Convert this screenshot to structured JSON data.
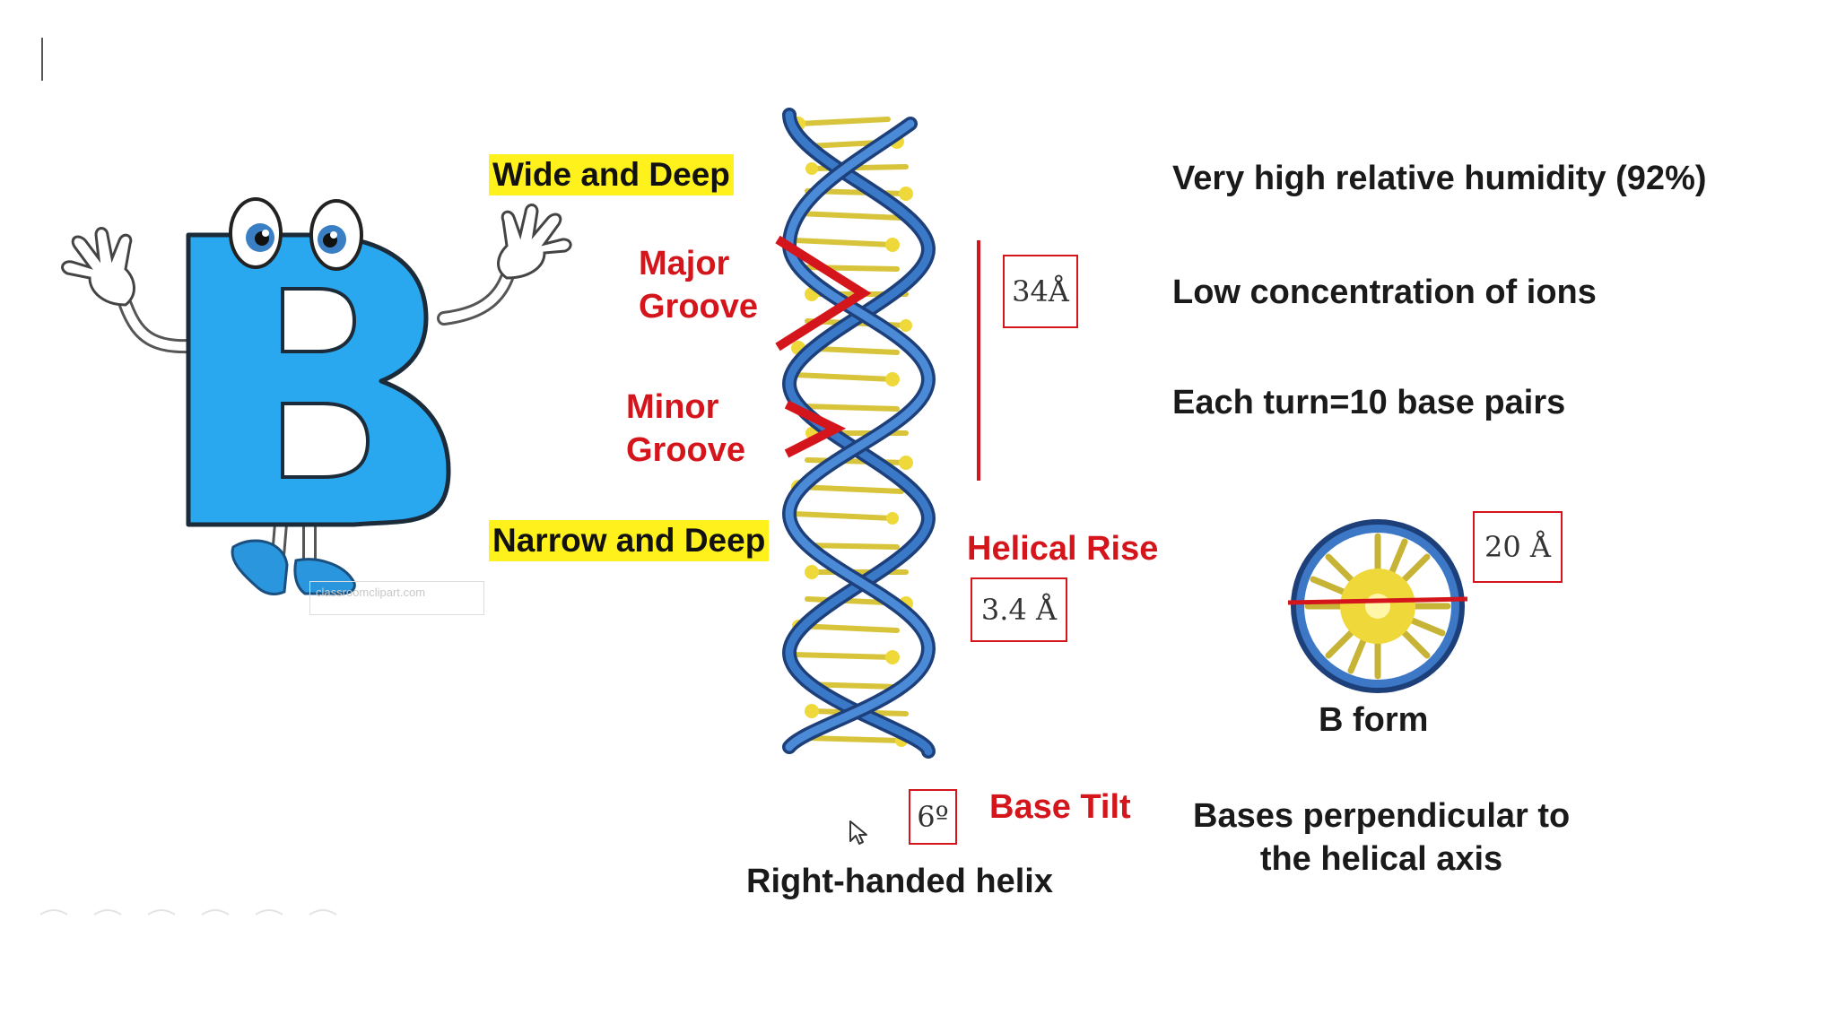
{
  "slide": {
    "character_letter": "B",
    "watermark": "classroomclipart.com",
    "groove_labels": {
      "wide_deep": "Wide and Deep",
      "major_groove_line1": "Major",
      "major_groove_line2": "Groove",
      "minor_groove_line1": "Minor",
      "minor_groove_line2": "Groove",
      "narrow_deep": "Narrow and Deep"
    },
    "measurements": {
      "pitch": "34Å",
      "helical_rise_label": "Helical Rise",
      "helical_rise_value": "3.4 Å",
      "base_tilt_value": "6º",
      "base_tilt_label": "Base Tilt",
      "diameter": "20 Å"
    },
    "properties": {
      "humidity": "Very high relative humidity (92%)",
      "ions": "Low concentration of ions",
      "turn": "Each turn=10 base pairs",
      "bases_line1": "Bases perpendicular to",
      "bases_line2": "the helical axis"
    },
    "cross_section_label": "B form",
    "helix_caption": "Right-handed helix"
  },
  "colors": {
    "accent_red": "#d4161c",
    "highlight_yellow": "#fff21c",
    "letter_blue": "#2aa8ef",
    "helix_blue": "#2f63b0",
    "base_yellow": "#e7d23a"
  }
}
